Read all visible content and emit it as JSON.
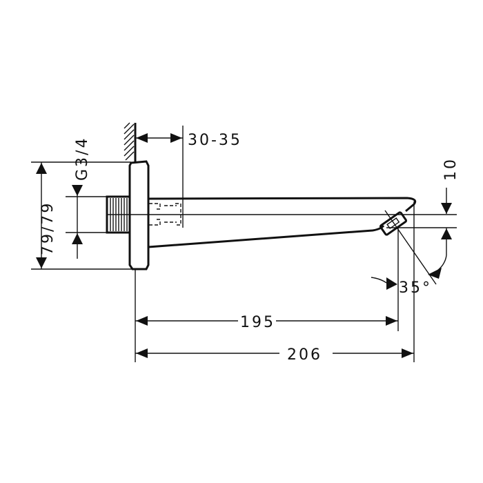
{
  "drawing": {
    "dimensions": {
      "wall_gap": "30-35",
      "thread": "G3/4",
      "flange_height": "79/79",
      "length_inner": "195",
      "length_total": "206",
      "outlet_height": "10",
      "outlet_angle": "35°"
    }
  }
}
